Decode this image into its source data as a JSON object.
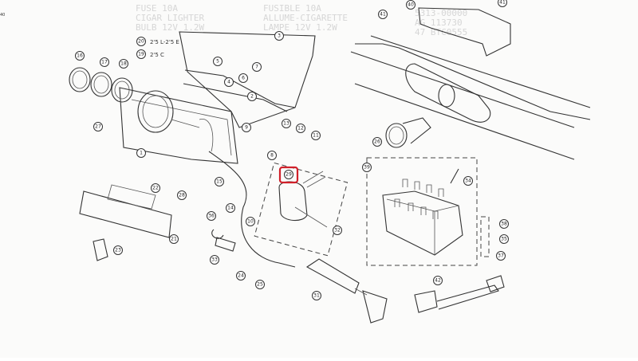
{
  "diagram": {
    "title": "Instrument panel exploded parts diagram",
    "bleed_through_text": [
      "FUSE 10A",
      "CIGAR LIGHTER",
      "BULB 12V 1.2W",
      "FUSIBLE 10A",
      "ALLUME-CIGARETTE",
      "LAMPE 12V 1.2W",
      "5313-00000",
      "AG 113730",
      "47 BTC0555"
    ],
    "notes": [
      {
        "ref": "20",
        "text": "2'5 L-2'5 E"
      },
      {
        "ref": "19",
        "text": "2'5 C"
      }
    ],
    "callouts": [
      "16",
      "17",
      "18",
      "19",
      "20",
      "3",
      "5",
      "4",
      "6",
      "7",
      "2",
      "9",
      "8",
      "13",
      "12",
      "11",
      "27",
      "1",
      "41",
      "40",
      "41",
      "26",
      "39",
      "34",
      "38",
      "35",
      "37",
      "42",
      "22",
      "28",
      "21",
      "23",
      "15",
      "14",
      "36",
      "33",
      "10",
      "24",
      "25",
      "31",
      "29",
      "32"
    ],
    "highlighted_callout": "29",
    "highlight_color": "#d0202a",
    "edge_mark": "40"
  }
}
